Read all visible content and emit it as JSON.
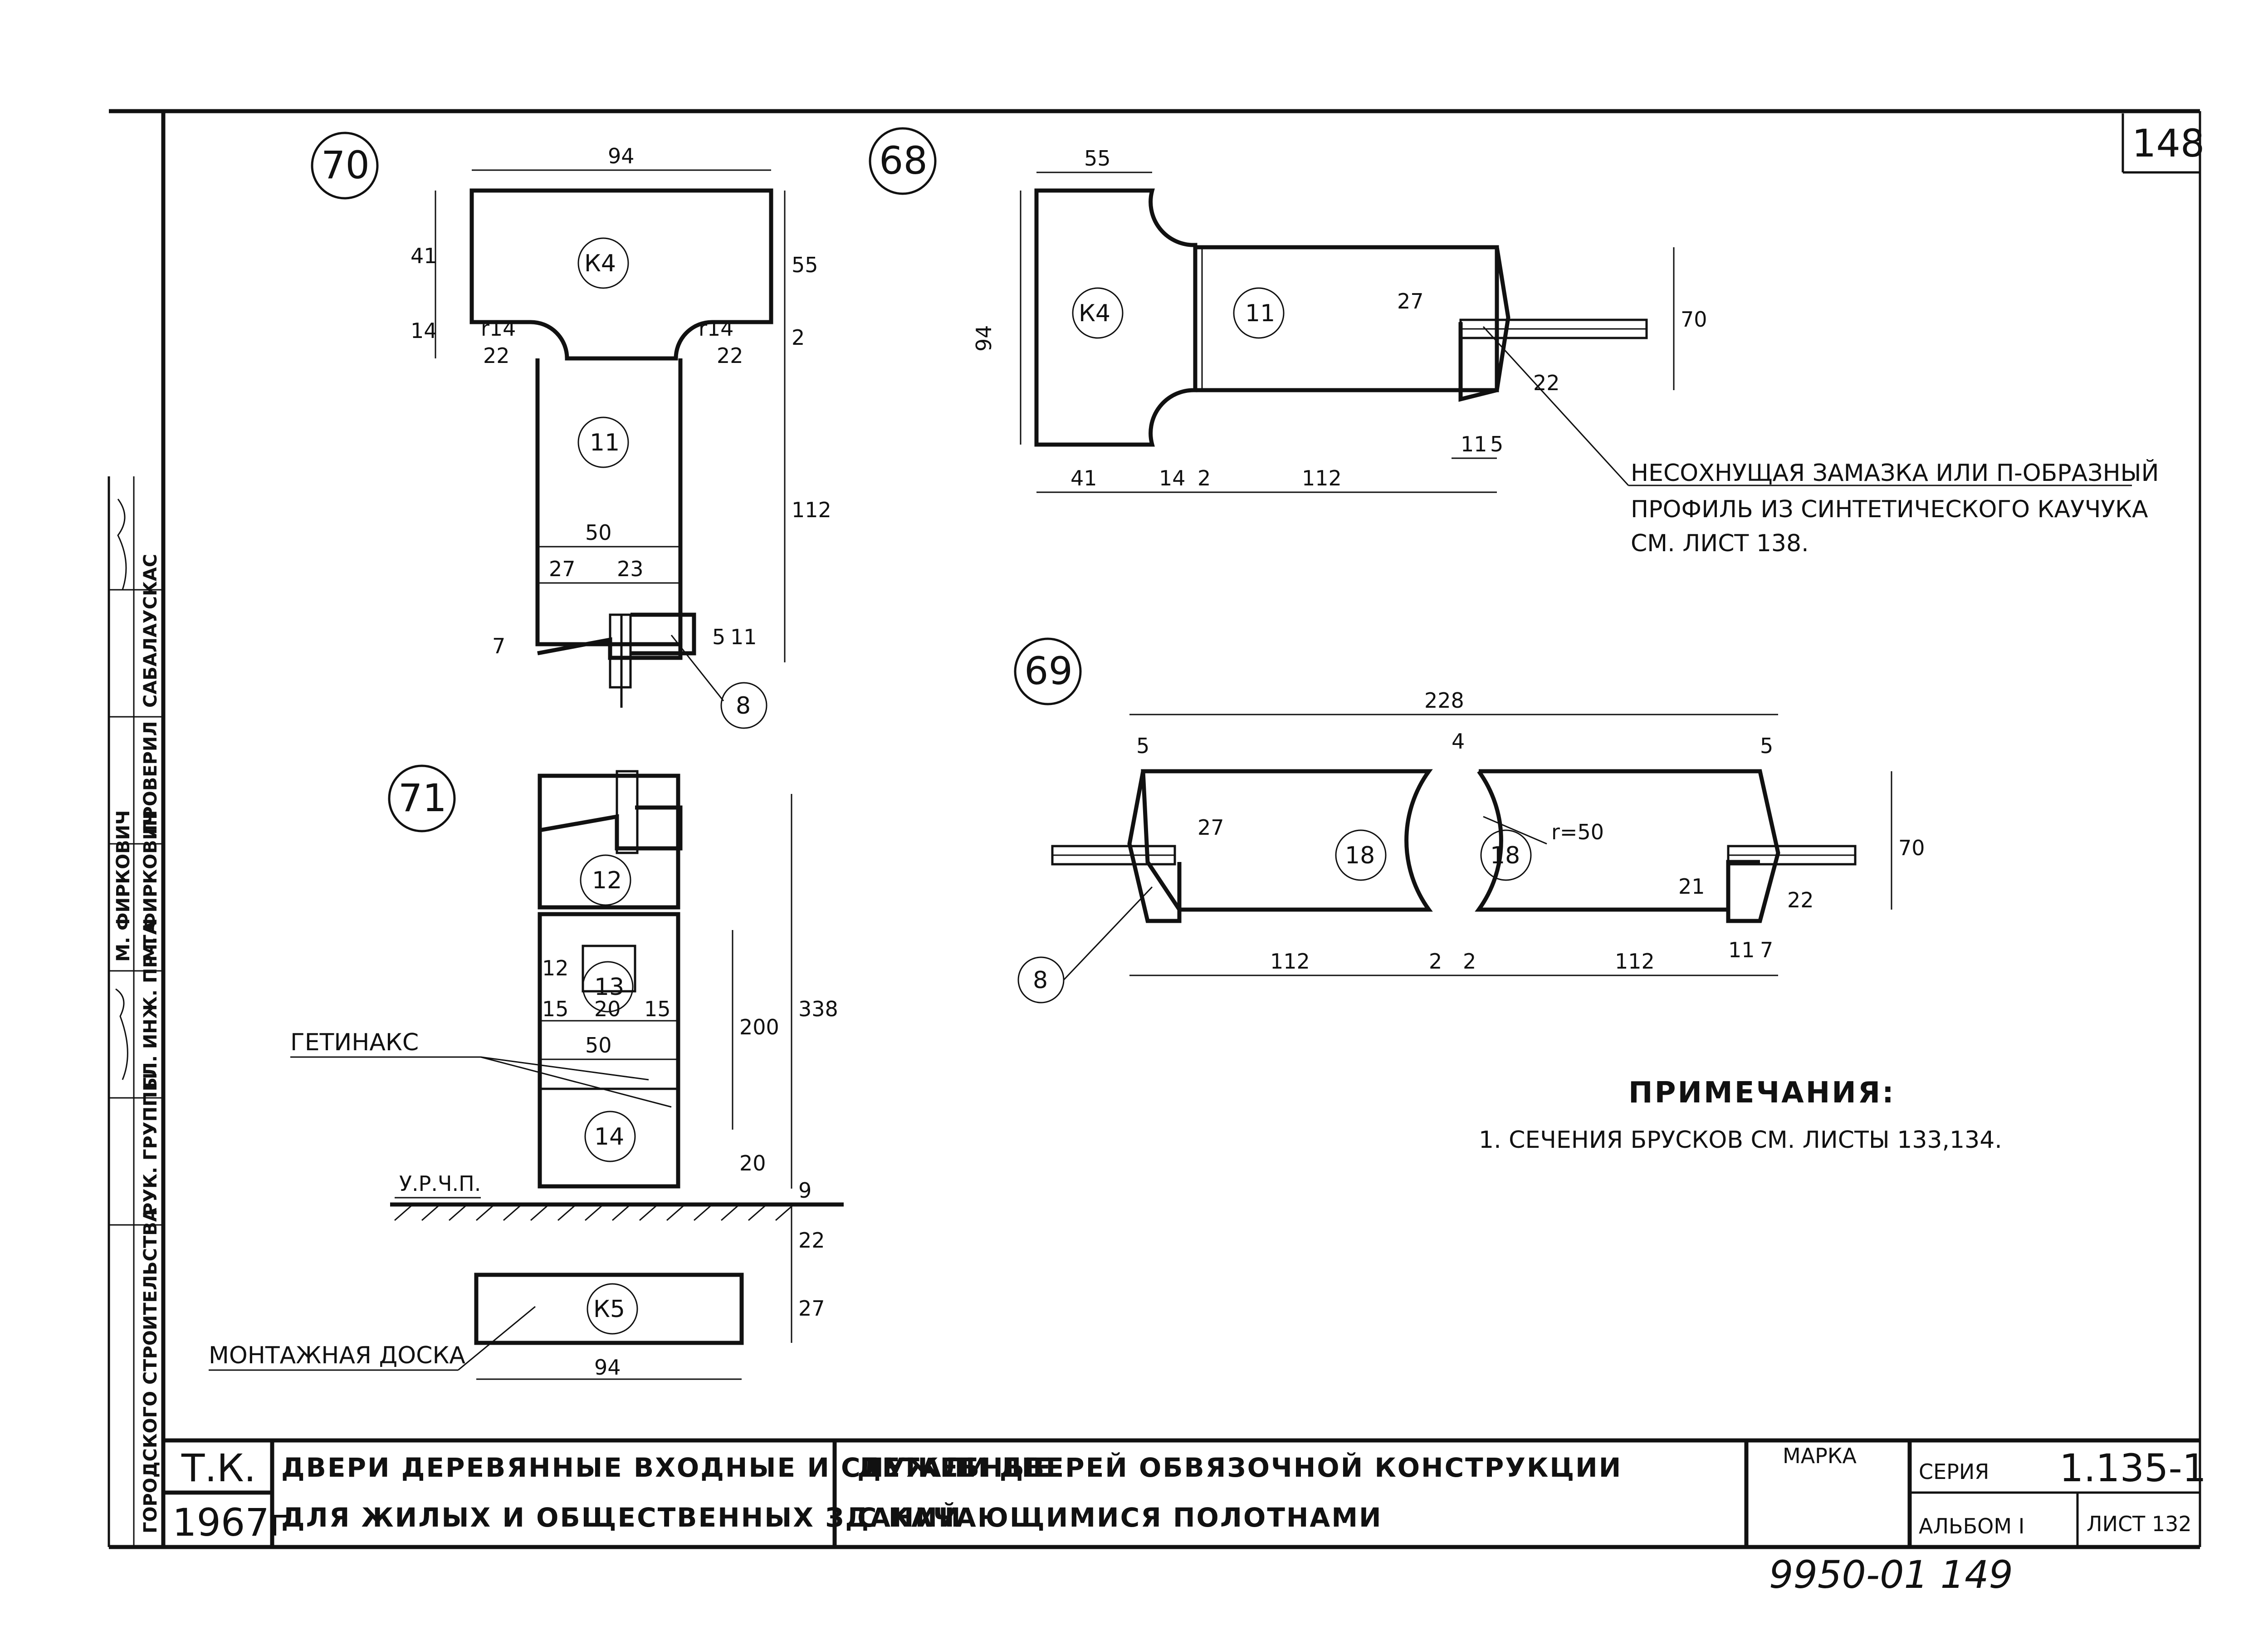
{
  "sheet_number": "148",
  "details": {
    "d70": {
      "marker": "70",
      "parts": [
        "К4",
        "11",
        "8"
      ],
      "dims": {
        "top_width": "94",
        "h41": "41",
        "h14": "14",
        "r_left": "r14",
        "r_right": "r14",
        "h55": "55",
        "h2": "2",
        "w22_left": "22",
        "w22_right": "22",
        "h112": "112",
        "w50": "50",
        "w27": "27",
        "w23": "23",
        "h5": "5",
        "h11": "11",
        "h7": "7"
      }
    },
    "d68": {
      "marker": "68",
      "parts": [
        "К4",
        "11"
      ],
      "dims": {
        "w55": "55",
        "h94": "94",
        "h27": "27",
        "h22": "22",
        "h70": "70",
        "w11": "11",
        "w5": "5",
        "w41": "41",
        "w14": "14",
        "w2": "2",
        "w112": "112"
      },
      "note": [
        "НЕСОХНУЩАЯ ЗАМАЗКА ИЛИ П-ОБРАЗНЫЙ",
        "ПРОФИЛЬ ИЗ СИНТЕТИЧЕСКОГО КАУЧУКА",
        "СМ. ЛИСТ 138."
      ]
    },
    "d69": {
      "marker": "69",
      "parts": [
        "18",
        "18",
        "8"
      ],
      "dims": {
        "w228": "228",
        "w5_left": "5",
        "w4": "4",
        "w5_right": "5",
        "h27": "27",
        "r50": "r=50",
        "h70": "70",
        "h21": "21",
        "h22": "22",
        "w112_left": "112",
        "w2_left": "2",
        "w2_right": "2",
        "w112_right": "112",
        "w11": "11",
        "w7": "7"
      }
    },
    "d71": {
      "marker": "71",
      "parts": [
        "12",
        "13",
        "14",
        "К5"
      ],
      "dims": {
        "h12": "12",
        "w15_left": "15",
        "w20": "20",
        "w15_right": "15",
        "w50": "50",
        "h200": "200",
        "h338": "338",
        "h20": "20",
        "h9": "9",
        "h22": "22",
        "h27": "27",
        "w94": "94"
      },
      "labels": {
        "getinaks": "ГЕТИНАКС",
        "floor": "У.Р.Ч.П.",
        "board": "МОНТАЖНАЯ ДОСКА"
      }
    }
  },
  "notes": {
    "heading": "ПРИМЕЧАНИЯ:",
    "items": [
      "1. СЕЧЕНИЯ БРУСКОВ СМ. ЛИСТЫ 133,134."
    ]
  },
  "title_block": {
    "org_code": "Т.К.",
    "year": "1967г",
    "subject_line1": "ДВЕРИ ДЕРЕВЯННЫЕ ВХОДНЫЕ И СЛУЖЕБНЫЕ",
    "subject_line2": "ДЛЯ ЖИЛЫХ И ОБЩЕСТВЕННЫХ ЗДАНИЙ",
    "sheet_title_line1": "ДЕТАЛИ ДВЕРЕЙ ОБВЯЗОЧНОЙ КОНСТРУКЦИИ",
    "sheet_title_line2": "С КАЧАЮЩИМИСЯ ПОЛОТНАМИ",
    "marka_label": "МАРКА",
    "series_label": "СЕРИЯ",
    "series_value": "1.135-1",
    "album": "АЛЬБОМ I",
    "sheet_label": "ЛИСТ 132"
  },
  "side_stamp": {
    "org": "ГОРОДСКОГО СТРОИТЕЛЬСТВА",
    "roles": [
      "РУК. ГРУППЫ",
      "ГЛ. ИНЖ. ПР-ТА",
      "ПРОВЕРИЛ"
    ],
    "names": [
      "М. ФИРКОВИЧ",
      "М. ФИРКОВИЧ",
      "САБАЛАУСКАС"
    ]
  },
  "inventory": "9950-01 149"
}
